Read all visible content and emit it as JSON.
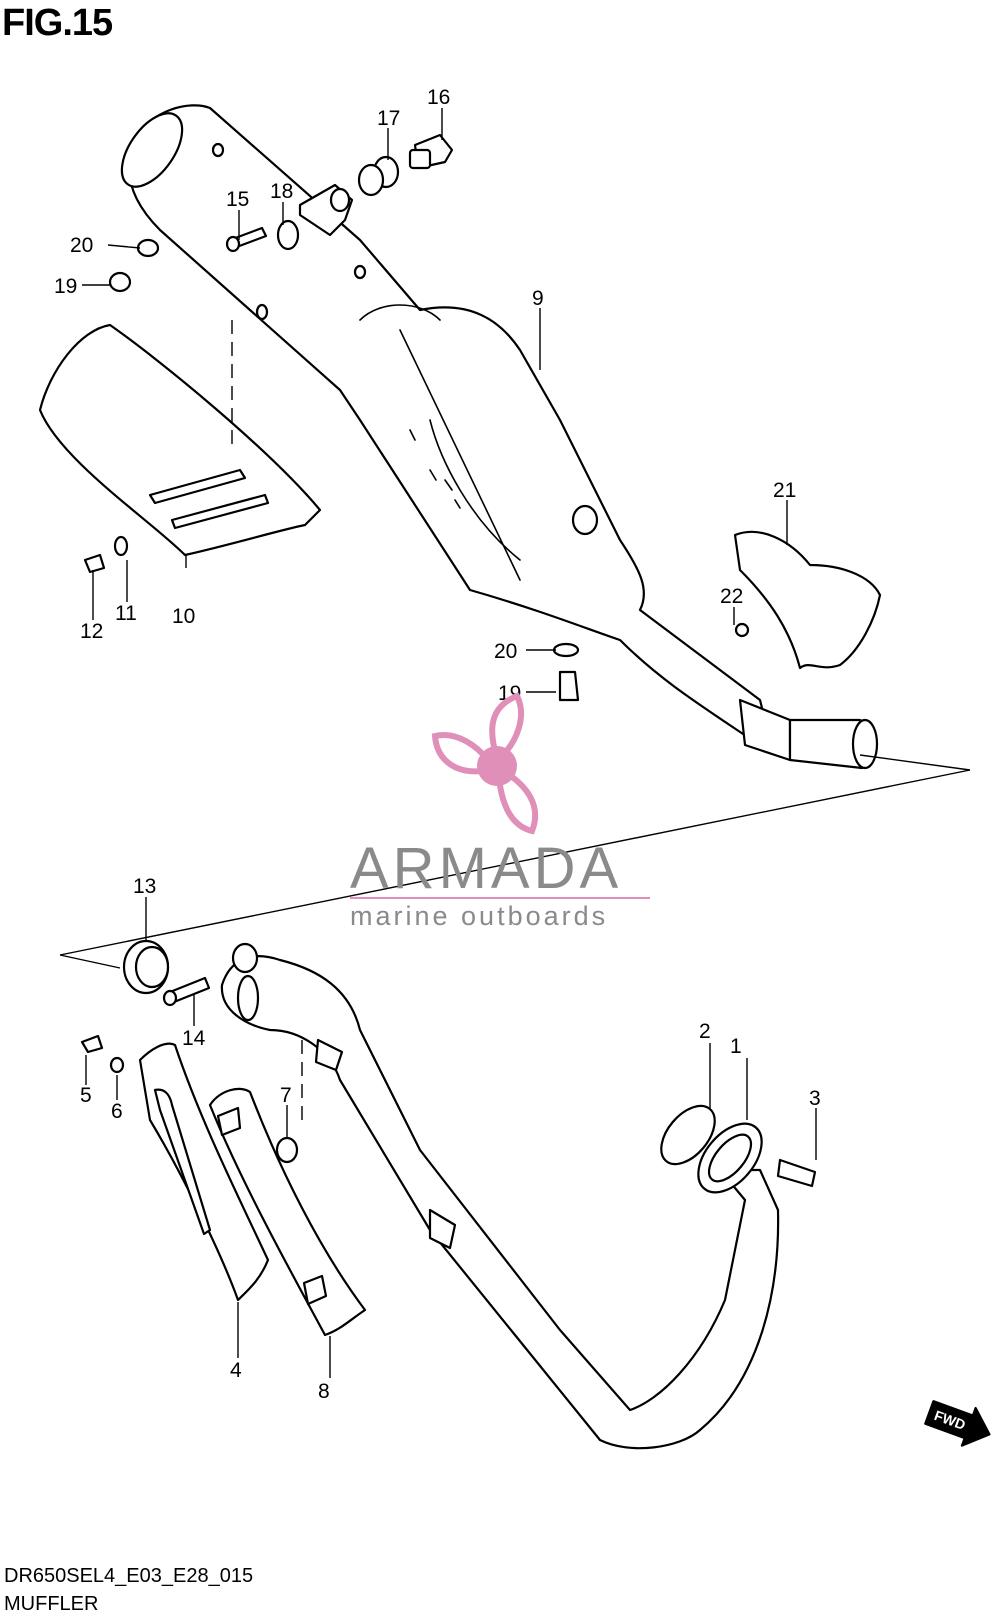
{
  "figure": {
    "title": "FIG.15",
    "code": "DR650SEL4_E03_E28_015",
    "name": "MUFFLER"
  },
  "callouts": [
    "1",
    "2",
    "3",
    "4",
    "5",
    "6",
    "7",
    "8",
    "9",
    "10",
    "11",
    "12",
    "13",
    "14",
    "15",
    "16",
    "17",
    "18",
    "19",
    "19",
    "20",
    "20",
    "21",
    "22"
  ],
  "watermark": {
    "brand": "ARMADA",
    "tagline": "marine outboards",
    "logo_color": "#e08fb8"
  },
  "direction_marker": "FWD"
}
